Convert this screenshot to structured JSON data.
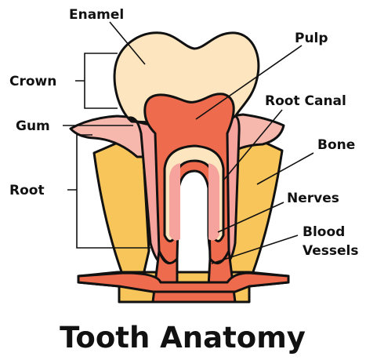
{
  "title": "Tooth Anatomy",
  "labels": {
    "enamel": "Enamel",
    "pulp": "Pulp",
    "crown": "Crown",
    "root_canal": "Root Canal",
    "gum": "Gum",
    "bone": "Bone",
    "root": "Root",
    "nerves": "Nerves",
    "blood": "Blood",
    "vessels": "Vessels"
  },
  "colors": {
    "enamel": "#fde6bf",
    "dentin": "#f5a39c",
    "pulp": "#ee6b4d",
    "bone": "#f8c55b",
    "gum": "#f6b7ad",
    "outline": "#111111"
  }
}
